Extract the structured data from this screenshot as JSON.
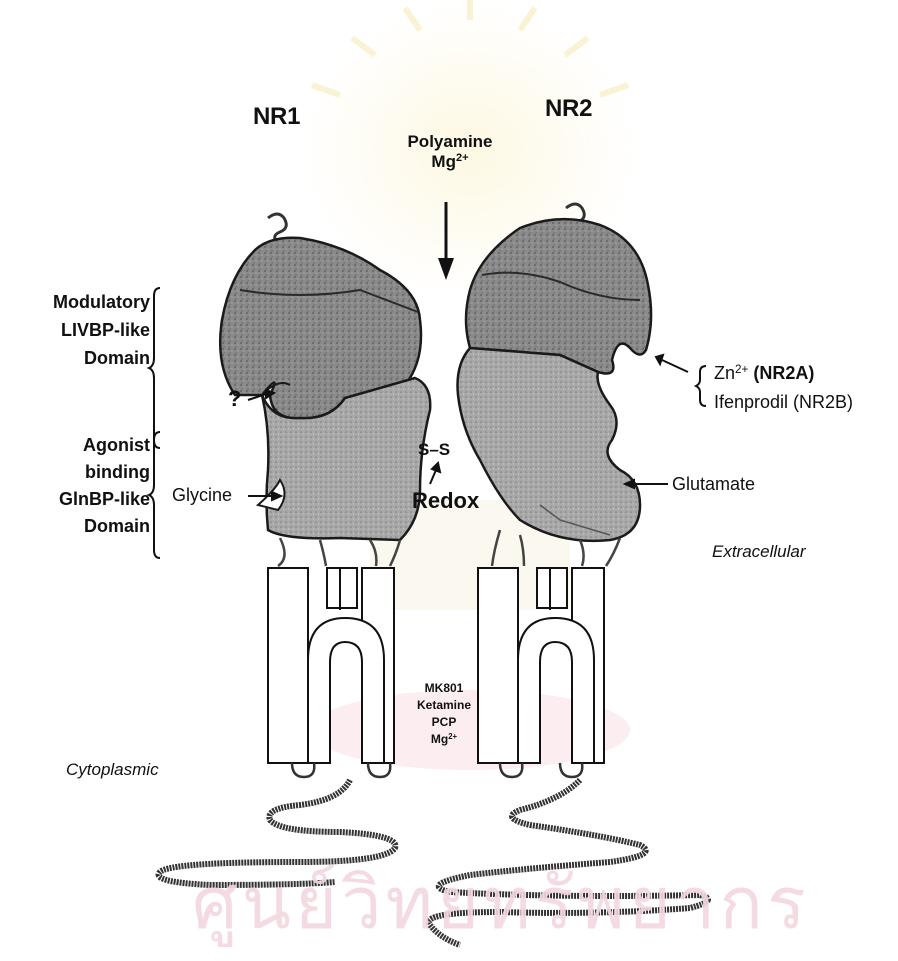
{
  "subunits": {
    "left": "NR1",
    "right": "NR2"
  },
  "top_site": {
    "line1": "Polyamine",
    "line2_base": "Mg",
    "line2_sup": "2+"
  },
  "domains": {
    "modulatory": [
      "Modulatory",
      "LIVBP-like",
      "Domain"
    ],
    "agonist": [
      "Agonist",
      "binding",
      "GlnBP-like",
      "Domain"
    ]
  },
  "markers": {
    "question": "?",
    "glycine": "Glycine",
    "glutamate": "Glutamate",
    "disulfide": "S–S",
    "redox": "Redox",
    "zinc_base": "Zn",
    "zinc_sup": "2+",
    "zinc_suffix": " (NR2A)",
    "ifenprodil": "Ifenprodil (NR2B)"
  },
  "membrane": {
    "extracellular": "Extracellular",
    "cytoplasmic": "Cytoplasmic"
  },
  "channel_blockers": {
    "l1": "MK801",
    "l2": "Ketamine",
    "l3": "PCP",
    "l4_base": "Mg",
    "l4_sup": "2+"
  },
  "watermark": {
    "text": "ศูนย์วิทยทรัพยากร",
    "color": "#f3d7df"
  },
  "colors": {
    "domain_fill": "#7d7d7d",
    "domain_dark": "#4a4a4a",
    "tm_fill": "#ffffff",
    "stroke": "#1a1a1a",
    "seal_gold": "#f6e7a6"
  }
}
